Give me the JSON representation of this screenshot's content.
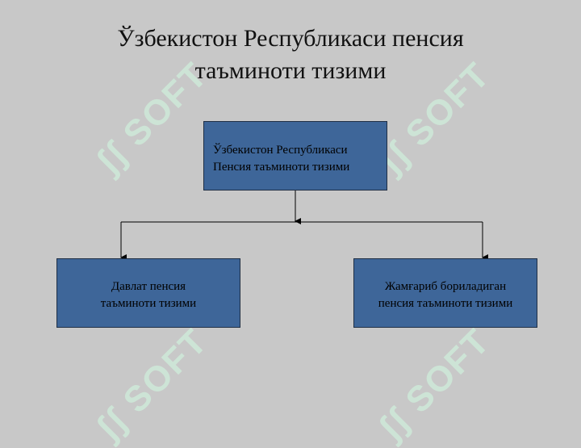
{
  "title": {
    "line1": "Ўзбекистон Республикаси пенсия",
    "line2": "таъминоти тизими"
  },
  "diagram": {
    "root": {
      "line1": "Ўзбекистон Республикаси",
      "line2": "Пенсия таъминоти тизими"
    },
    "children": [
      {
        "line1": "Давлат пенсия",
        "line2": "таъминоти тизими"
      },
      {
        "line1": "Жамғариб бориладиган",
        "line2": "пенсия таъминоти тизими"
      }
    ],
    "box_color": "#3e6699",
    "background_color": "#c8c8c8"
  },
  "watermark": {
    "text": "SOFT",
    "color": "#cfead9"
  }
}
